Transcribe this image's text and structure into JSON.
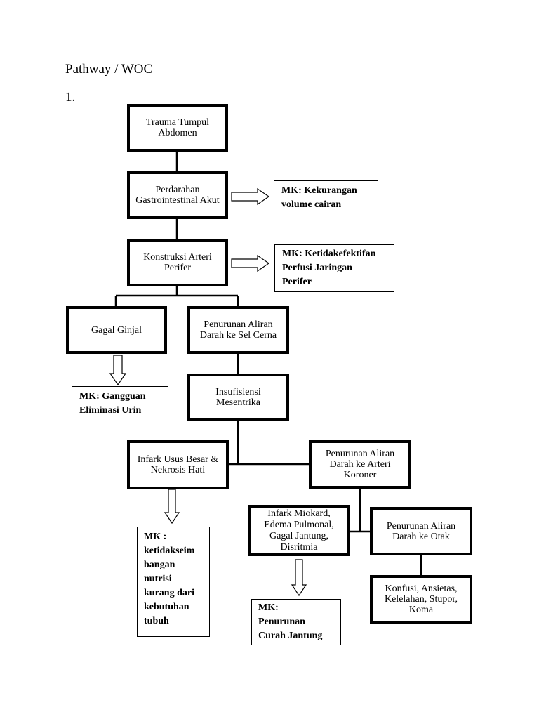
{
  "page": {
    "title": "Pathway / WOC",
    "item_number": "1."
  },
  "nodes": {
    "trauma": "Trauma Tumpul\nAbdomen",
    "perdarahan": "Perdarahan\nGastrointestinal Akut",
    "konstruksi": "Konstruksi Arteri\nPerifer",
    "gagal_ginjal": "Gagal Ginjal",
    "penurunan_sel_cerna": "Penurunan Aliran\nDarah ke Sel Cerna",
    "insufisiensi": "Insufisiensi\nMesentrika",
    "infark_usus": "Infark Usus Besar &\nNekrosis Hati",
    "penurunan_arteri_koroner": "Penurunan Aliran\nDarah ke Arteri\nKoroner",
    "infark_miokard": "Infark Miokard,\nEdema Pulmonal,\nGagal Jantung,\nDisritmia",
    "penurunan_otak": "Penurunan Aliran\nDarah ke Otak",
    "konfusi": "Konfusi, Ansietas,\nKelelahan, Stupor,\nKoma"
  },
  "diagnoses": {
    "kekurangan_volume": "MK: Kekurangan\nvolume cairan",
    "perfusi_perifer": "MK: Ketidakefektifan\nPerfusi Jaringan\nPerifer",
    "eliminasi_urin": "MK: Gangguan\nEliminasi Urin",
    "nutrisi": "MK :\nketidakseim\nbangan\nnutrisi\nkurang dari\nkebutuhan\ntubuh",
    "curah_jantung": "MK:\nPenurunan\nCurah Jantung"
  }
}
